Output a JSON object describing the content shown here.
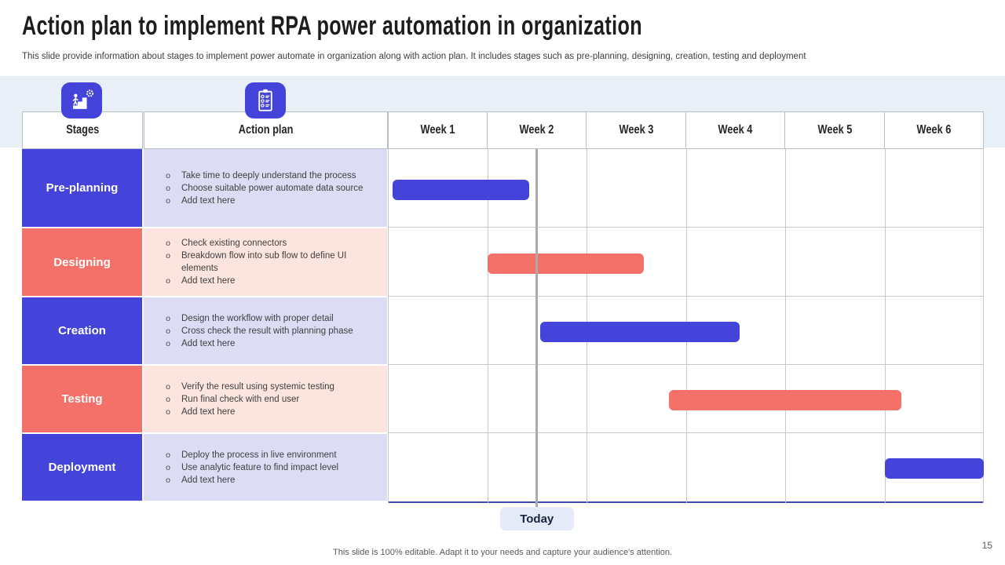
{
  "slide": {
    "title": "Action plan to implement RPA power automation in organization",
    "subtitle": "This slide provide information about stages to implement power automate in organization along with action plan. It includes stages such as pre-planning, designing, creation, testing and deployment",
    "footer_note": "This slide is 100% editable. Adapt it to your needs and capture your audience's attention.",
    "page_number": "15"
  },
  "icons": {
    "stages_icon": "person-climbing-stairs-with-gear",
    "action_plan_icon": "clipboard-checklist"
  },
  "colors": {
    "blue": "#4444DA",
    "coral": "#F4716A",
    "blue_light": "#DCDCF5",
    "coral_light": "#FCE4DF",
    "band": "#E9F0F8",
    "grid_line": "#C9C9C9",
    "today_line": "#ABABAB",
    "today_box_bg": "#E4EAF7",
    "today_text": "#17243E",
    "chart_bottom_line": "#3D4AB5"
  },
  "table": {
    "bullet_marker": "o",
    "headers": {
      "stages": "Stages",
      "action_plan": "Action plan"
    },
    "weeks": [
      "Week 1",
      "Week 2",
      "Week 3",
      "Week 4",
      "Week 5",
      "Week 6"
    ],
    "today_label": "Today",
    "rows": [
      {
        "stage": "Pre-planning",
        "accent": "blue",
        "bullets": [
          "Take time to deeply understand the process",
          "Choose suitable power automate data source",
          "Add text here"
        ]
      },
      {
        "stage": "Designing",
        "accent": "coral",
        "bullets": [
          "Check existing connectors",
          "Breakdown flow into sub flow to define UI elements",
          "Add text here"
        ]
      },
      {
        "stage": "Creation",
        "accent": "blue",
        "bullets": [
          "Design the workflow with proper detail",
          "Cross check the result with planning phase",
          "Add text here"
        ]
      },
      {
        "stage": "Testing",
        "accent": "coral",
        "bullets": [
          "Verify the result using systemic testing",
          "Run final check with end user",
          "Add text here"
        ]
      },
      {
        "stage": "Deployment",
        "accent": "blue",
        "bullets": [
          "Deploy the process in live environment",
          "Use analytic feature to find impact level",
          "Add text here"
        ]
      }
    ]
  },
  "chart_data": {
    "type": "gantt",
    "x_categories": [
      "Week 1",
      "Week 2",
      "Week 3",
      "Week 4",
      "Week 5",
      "Week 6"
    ],
    "x_range_weeks": [
      0,
      6
    ],
    "today_week": 1.5,
    "bars": [
      {
        "label": "Pre-planning",
        "start_week": 0.05,
        "end_week": 1.42,
        "color": "#4444DA"
      },
      {
        "label": "Designing",
        "start_week": 1.0,
        "end_week": 2.58,
        "color": "#F4716A"
      },
      {
        "label": "Creation",
        "start_week": 1.53,
        "end_week": 3.54,
        "color": "#4444DA"
      },
      {
        "label": "Testing",
        "start_week": 2.83,
        "end_week": 5.17,
        "color": "#F4716A"
      },
      {
        "label": "Deployment",
        "start_week": 5.0,
        "end_week": 6.0,
        "color": "#4444DA"
      }
    ]
  }
}
